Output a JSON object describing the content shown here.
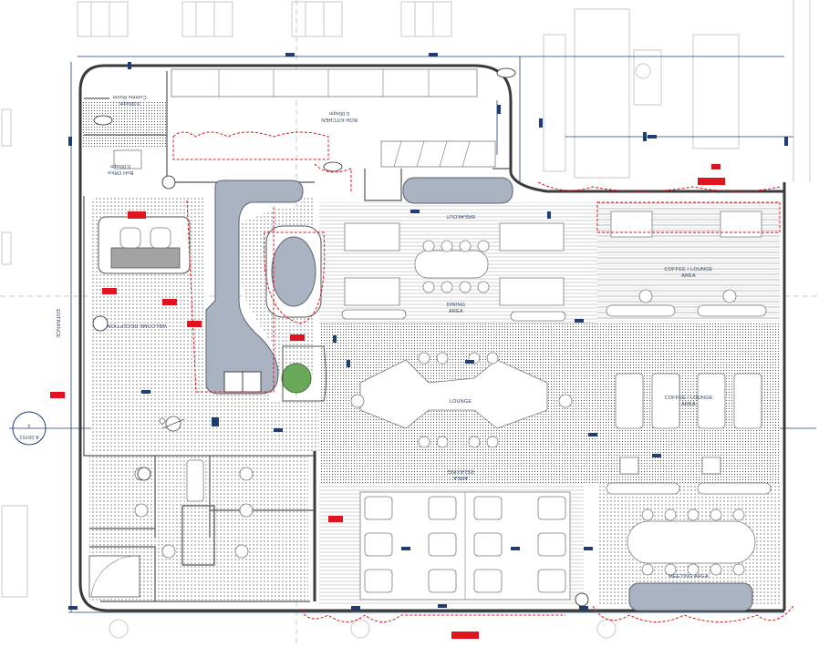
{
  "plan": {
    "rooms": {
      "comms_room": "Comms Room",
      "comms_room_area": "0.00sqm",
      "boh_kitchen": "BOH KITCHEN",
      "boh_kitchen_area": "0.00sqm",
      "boh_office": "BoH Office",
      "boh_office_area": "0.00sqm",
      "welcome_reception": "WELCOME RECEPTION",
      "dining": "DINING",
      "dining_area": "AREA",
      "coffee_lounge_1": "COFFEE / LOUNGE",
      "coffee_lounge_1_area": "AREA",
      "coffee_lounge_2": "COFFEE / LOUNGE",
      "coffee_lounge_2_area": "AREA",
      "lounge": "LOUNGE",
      "relaxing": "RELAXING",
      "relaxing_area": "AREA",
      "meeting_area": "MEETING AREA",
      "entrance": "ENTRANCE",
      "breakout": "BREAKOUT"
    },
    "section_marker": {
      "number": "1",
      "sheet": "A 00701"
    }
  },
  "colors": {
    "wall": "#3a3a3a",
    "annotation_blue": "#1e3d73",
    "revision_red": "#e0141e",
    "counter_gray": "#a9b3c2",
    "planter_green": "#6aa85a"
  }
}
